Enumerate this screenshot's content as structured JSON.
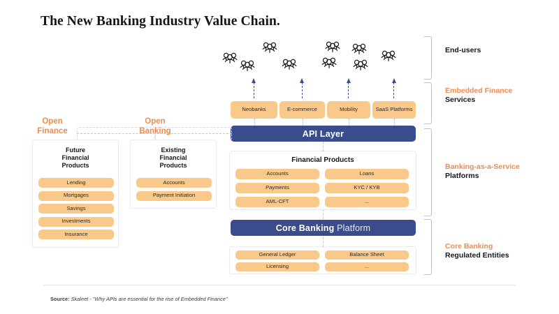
{
  "title": "The New Banking Industry Value Chain.",
  "end_users": {
    "icon": "people-group-icon",
    "count": 9
  },
  "embedded_finance": {
    "services": [
      {
        "label": "Neobanks"
      },
      {
        "label": "E-commerce"
      },
      {
        "label": "Mobility"
      },
      {
        "label": "SaaS Platforms"
      }
    ]
  },
  "api_layer": {
    "label": "API Layer"
  },
  "core_banking_bar": {
    "bold": "Core Banking",
    "light": "Platform"
  },
  "open_finance": {
    "group_label_line1": "Open",
    "group_label_line2": "Finance",
    "heading_line1": "Future",
    "heading_line2": "Financial",
    "heading_line3": "Products",
    "items": [
      "Lending",
      "Mortgages",
      "Savings",
      "Investments",
      "Insurance"
    ]
  },
  "open_banking": {
    "group_label_line1": "Open",
    "group_label_line2": "Banking",
    "heading_line1": "Existing",
    "heading_line2": "Financial",
    "heading_line3": "Products",
    "items": [
      "Accounts",
      "Payment Initiation"
    ]
  },
  "financial_products": {
    "heading": "Financial Products",
    "left_items": [
      "Accounts",
      "Payments",
      "AML-CFT"
    ],
    "right_items": [
      "Loans",
      "KYC / KYB",
      "..."
    ]
  },
  "core_banking_products": {
    "left_items": [
      "General Ledger",
      "Licensing"
    ],
    "right_items": [
      "Balance Sheet",
      "..."
    ]
  },
  "right_labels": [
    {
      "accent": "",
      "dark": "End-users"
    },
    {
      "accent": "Embedded Finance",
      "dark": "Services"
    },
    {
      "accent": "Banking-as-a-Service",
      "dark": "Platforms"
    },
    {
      "accent": "Core Banking",
      "dark": "Regulated Entities"
    }
  ],
  "footer": {
    "source_label": "Source:",
    "source_text": " Skaleet - \"Why APIs are essential for the rise of Embedded Finance\""
  },
  "colors": {
    "orange_fill": "#f8c98a",
    "orange_accent": "#ee8b4f",
    "blue": "#3b4c8c",
    "dotted_border": "#cfd8ec",
    "bracket": "#b9bed4"
  }
}
